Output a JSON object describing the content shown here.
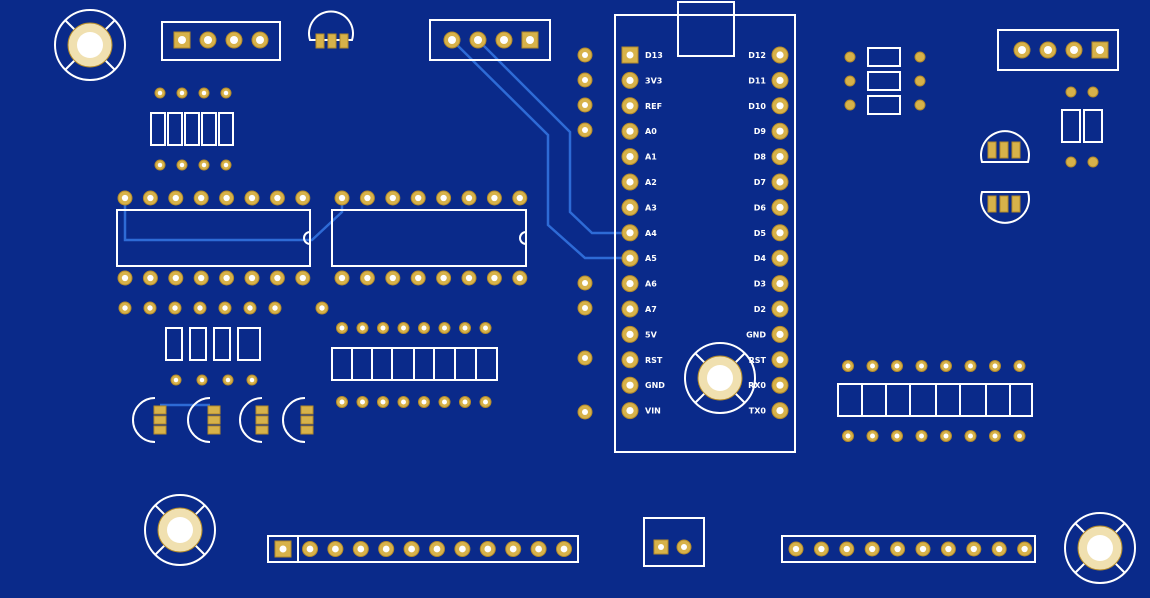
{
  "board": {
    "background": "#0a2a8a",
    "silkscreen_color": "#ffffff",
    "copper_color": "#d7b24a",
    "trace_color": "#2e6bd6"
  },
  "arduino": {
    "left_pins": [
      "D13",
      "3V3",
      "REF",
      "A0",
      "A1",
      "A2",
      "A3",
      "A4",
      "A5",
      "A6",
      "A7",
      "5V",
      "RST",
      "GND",
      "VIN"
    ],
    "right_pins": [
      "D12",
      "D11",
      "D10",
      "D9",
      "D8",
      "D7",
      "D6",
      "D5",
      "D4",
      "D3",
      "D2",
      "GND",
      "RST",
      "RX0",
      "TX0"
    ]
  }
}
